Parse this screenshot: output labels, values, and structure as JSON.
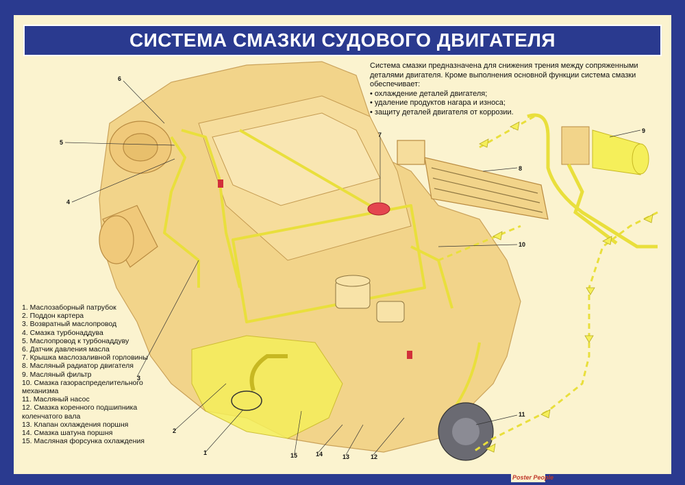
{
  "title": "СИСТЕМА СМАЗКИ СУДОВОГО ДВИГАТЕЛЯ",
  "description": {
    "intro": "Система смазки предназначена для снижения трения между сопряженными деталями двигателя. Кроме выполнения основной функции система смазки обеспечивает:",
    "bullets": [
      "• охлаждение деталей двигателя;",
      "• удаление продуктов нагара и износа;",
      "• защиту деталей двигателя от коррозии."
    ]
  },
  "legend": [
    "1. Маслозаборный патрубок",
    "2. Поддон картера",
    "3. Возвратный маслопровод",
    "4. Смазка турбонаддува",
    "5. Маслопровод к турбонаддуву",
    "6. Датчик давления масла",
    "7. Крышка маслозаливной горловины",
    "8. Масляный радиатор двигателя",
    "9. Масляный фильтр",
    "10. Смазка газораспределительного механизма",
    "11. Масляный насос",
    "12. Смазка коренного подшипника коленчатого вала",
    "13. Клапан охлаждения поршня",
    "14. Смазка шатуна поршня",
    "15. Масляная форсунка охлаждения"
  ],
  "callouts": {
    "c1": "1",
    "c2": "2",
    "c3": "3",
    "c4": "4",
    "c5": "5",
    "c6": "6",
    "c7": "7",
    "c8": "8",
    "c9": "9",
    "c10": "10",
    "c11": "11",
    "c12": "12",
    "c13": "13",
    "c14": "14",
    "c15": "15"
  },
  "brand": "Poster People",
  "colors": {
    "frame": "#2a3a8f",
    "panel": "#fbf3cf",
    "engine": "#f2d48a",
    "oil": "#f5ef5a",
    "cap": "#e4454f"
  }
}
